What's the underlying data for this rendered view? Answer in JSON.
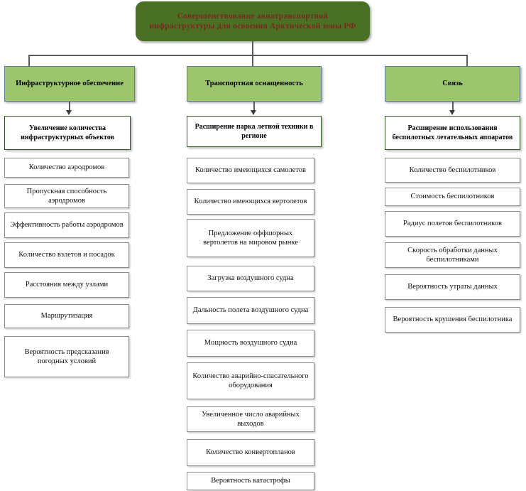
{
  "root": {
    "title": "Совершенствование авиатранспортной инфраструктуры для освоения Арктической зоны РФ"
  },
  "colors": {
    "root_fill": "#4a7023",
    "root_text": "#7a2a1d",
    "category_fill": "#9cc56c",
    "category_border": "#5b7e9e",
    "subheader_border": "#2e5c1e",
    "item_border": "#8d8d8d",
    "connector": "#5a5a5a",
    "page_background": "#ffffff"
  },
  "columns": [
    {
      "id": "infrastructure",
      "category": "Инфраструктурное обеспечение",
      "subheader": "Увеличение количества инфраструктурных объектов",
      "items": [
        "Количество аэродромов",
        "Пропускная способность аэродромов",
        "Эффективность работы аэродромов",
        "Количество взлетов и посадок",
        "Расстояния между узлами",
        "Маршрутизация",
        "Вероятность предсказания погодных условий"
      ]
    },
    {
      "id": "transport",
      "category": "Транспортная оснащенность",
      "subheader": "Расширение  парка летной техники  в регионе",
      "items": [
        "Количество имеющихся самолетов",
        "Количество имеющихся вертолетов",
        "Предложение оффшорных вертолетов на мировом рынке",
        "Загрузка воздушного судна",
        "Дальность полета воздушного судна",
        "Мощность воздушного судна",
        "Количество аварийно-спасательного оборудования",
        "Увеличенное число аварийных выходов",
        "Количество конвертопланов",
        "Вероятность катастрофы"
      ]
    },
    {
      "id": "communication",
      "category": "Связь",
      "subheader": "Расширение  использования  беспилотных  летательных аппаратов",
      "items": [
        "Количество беспилотников",
        "Стоимость беспилотников",
        "Радиус полетов беспилотников",
        "Скорость обработки данных беспилотниками",
        "Вероятность утраты данных",
        "Вероятность крушения беспилотника"
      ]
    }
  ],
  "layout": {
    "columns_x": [
      6,
      263,
      542
    ],
    "columns_width": [
      176,
      190,
      191
    ],
    "item_tops": [
      [
        222,
        259,
        299,
        341,
        383,
        428,
        473
      ],
      [
        222,
        266,
        308,
        374,
        417,
        461,
        505,
        570,
        614,
        661
      ],
      [
        222,
        261,
        294,
        337,
        383,
        428
      ]
    ],
    "item_heights": [
      [
        28,
        34,
        36,
        36,
        36,
        34,
        48
      ],
      [
        36,
        34,
        52,
        36,
        36,
        36,
        52,
        36,
        36,
        28
      ],
      [
        33,
        26,
        36,
        36,
        36,
        36
      ]
    ]
  }
}
